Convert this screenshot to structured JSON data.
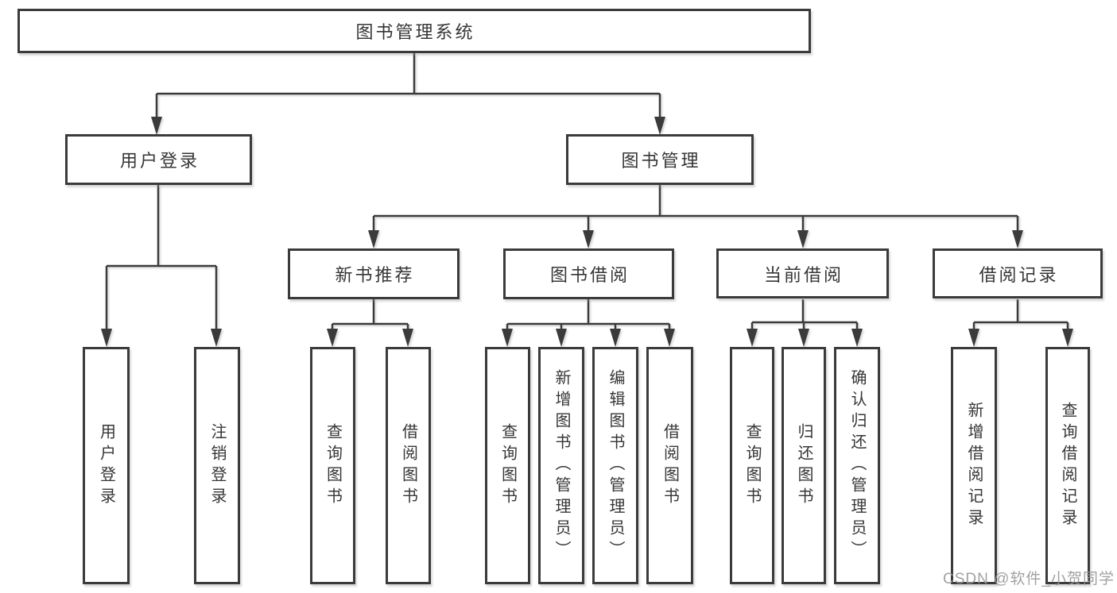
{
  "title": "图书管理系统",
  "colors": {
    "line": "#3b3b3b",
    "box_border": "#3b3b3b",
    "text": "#363636",
    "background": "#ffffff",
    "watermark": "#9a9a9a"
  },
  "watermark": {
    "text": "CSDN @软件_小贺同学"
  },
  "tree": {
    "label": "图书管理系统",
    "children": [
      {
        "label": "用户登录",
        "children": [
          {
            "label": "用户登录"
          },
          {
            "label": "注销登录"
          }
        ]
      },
      {
        "label": "图书管理",
        "children": [
          {
            "label": "新书推荐",
            "children": [
              {
                "label": "查询图书"
              },
              {
                "label": "借阅图书"
              }
            ]
          },
          {
            "label": "图书借阅",
            "children": [
              {
                "label": "查询图书"
              },
              {
                "label": "新增图书（管理员）"
              },
              {
                "label": "编辑图书（管理员）"
              },
              {
                "label": "借阅图书"
              }
            ]
          },
          {
            "label": "当前借阅",
            "children": [
              {
                "label": "查询图书"
              },
              {
                "label": "归还图书"
              },
              {
                "label": "确认归还（管理员）"
              }
            ]
          },
          {
            "label": "借阅记录",
            "children": [
              {
                "label": "新增借阅记录"
              },
              {
                "label": "查询借阅记录"
              }
            ]
          }
        ]
      }
    ]
  }
}
